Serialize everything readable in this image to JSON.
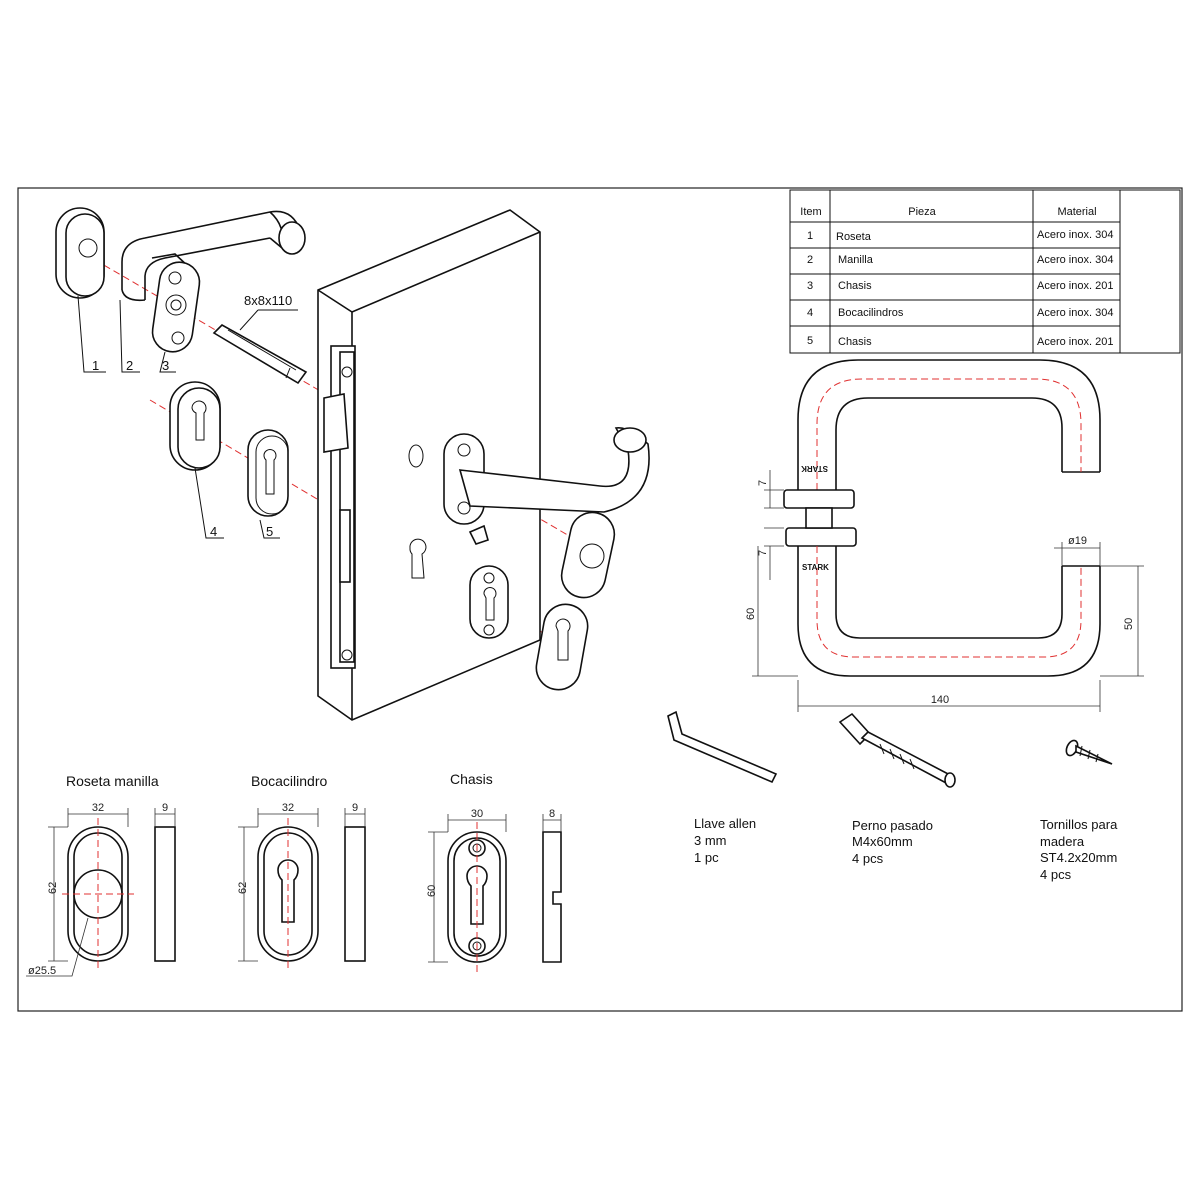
{
  "parts_table": {
    "headers": [
      "Item",
      "Pieza",
      "Material"
    ],
    "rows": [
      [
        "1",
        "Roseta",
        "Acero inox. 304"
      ],
      [
        "2",
        "Manilla",
        "Acero inox. 304"
      ],
      [
        "3",
        "Chasis",
        "Acero inox. 201"
      ],
      [
        "4",
        "Bocacilindros",
        "Acero inox. 304"
      ],
      [
        "5",
        "Chasis",
        "Acero inox. 201"
      ]
    ]
  },
  "callouts": [
    "1",
    "2",
    "3",
    "4",
    "5"
  ],
  "spindle_label": "8x8x110",
  "handle_dims": {
    "brand": "STARK",
    "rose_thickness_top": "7",
    "rose_thickness_bottom": "7",
    "tube_diameter": "ø19",
    "height_left": "60",
    "height_right": "50",
    "width": "140"
  },
  "detail_views": [
    {
      "title": "Roseta manilla",
      "width": "32",
      "depth": "9",
      "height": "62",
      "hole": "ø25.5"
    },
    {
      "title": "Bocacilindro",
      "width": "32",
      "depth": "9",
      "height": "62"
    },
    {
      "title": "Chasis",
      "width": "30",
      "depth": "8",
      "height": "60"
    }
  ],
  "accessories": [
    {
      "lines": [
        "Llave allen",
        "3 mm",
        "1 pc"
      ]
    },
    {
      "lines": [
        "Perno pasado",
        "M4x60mm",
        "4 pcs"
      ]
    },
    {
      "lines": [
        "Tornillos para",
        "madera",
        "ST4.2x20mm",
        "4 pcs"
      ]
    }
  ],
  "colors": {
    "line": "#111111",
    "centerline": "#e03030"
  }
}
